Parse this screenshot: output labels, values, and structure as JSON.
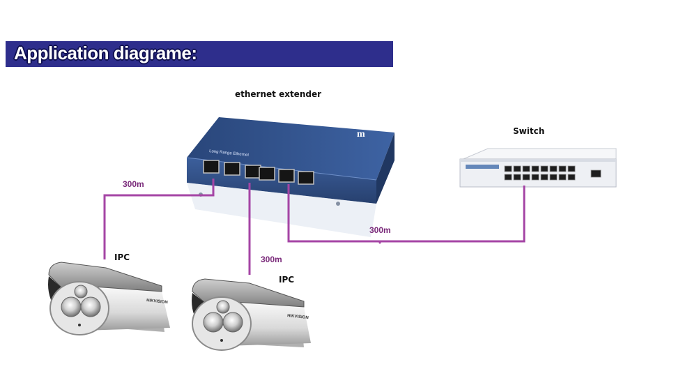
{
  "header": {
    "title": "Application diagrame:"
  },
  "devices": {
    "extender": {
      "label": "ethernet extender",
      "brand_text": "Long Range Ethernet",
      "logo_text": "m"
    },
    "switch": {
      "label": "Switch"
    },
    "camera_left": {
      "label": "IPC",
      "brand": "HIKVISION"
    },
    "camera_right": {
      "label": "IPC",
      "brand": "HIKVISION"
    }
  },
  "links": {
    "to_camera_left": "300m",
    "to_camera_right": "300m",
    "to_switch": "300m"
  },
  "colors": {
    "banner": "#2e2e8c",
    "cable": "#a545a5",
    "extender_body": "#3a5e9a",
    "switch_body": "#eef0f4"
  }
}
